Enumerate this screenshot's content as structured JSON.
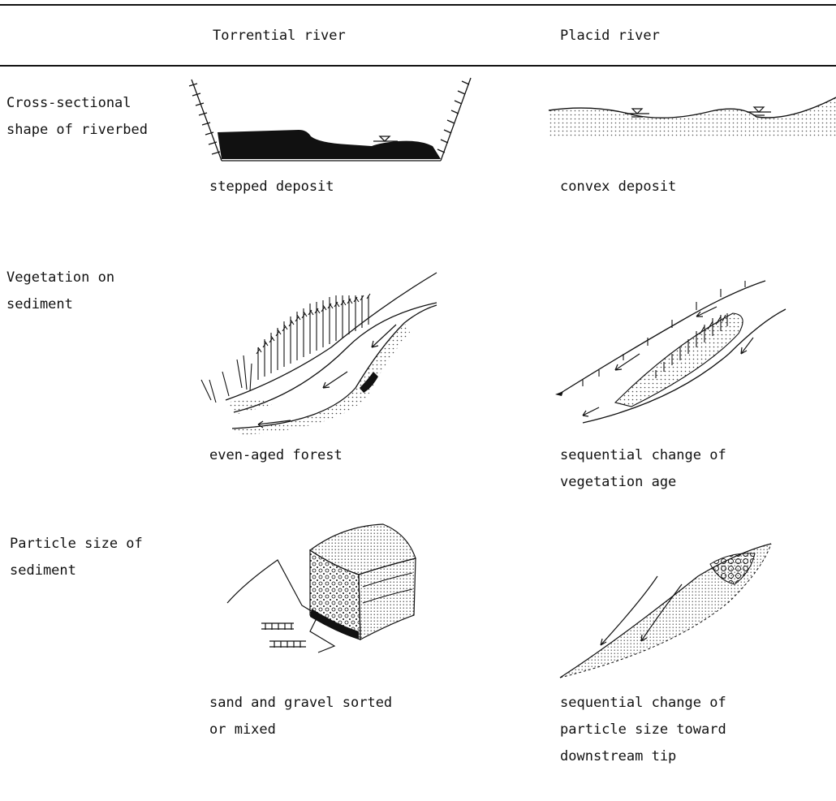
{
  "header": {
    "torrential": "Torrential river",
    "placid": "Placid river"
  },
  "rows": [
    {
      "label_lines": [
        "Cross-sectional",
        "shape of riverbed"
      ],
      "torrential": [
        "stepped deposit"
      ],
      "placid": [
        "convex deposit"
      ]
    },
    {
      "label_lines": [
        "Vegetation on",
        "sediment"
      ],
      "torrential": [
        "even-aged forest"
      ],
      "placid": [
        "sequential change of",
        "vegetation age"
      ]
    },
    {
      "label_lines": [
        "Particle size of",
        "sediment"
      ],
      "torrential": [
        "sand and gravel sorted",
        "or mixed"
      ],
      "placid": [
        "sequential change of",
        "particle size toward",
        "downstream tip"
      ]
    }
  ]
}
